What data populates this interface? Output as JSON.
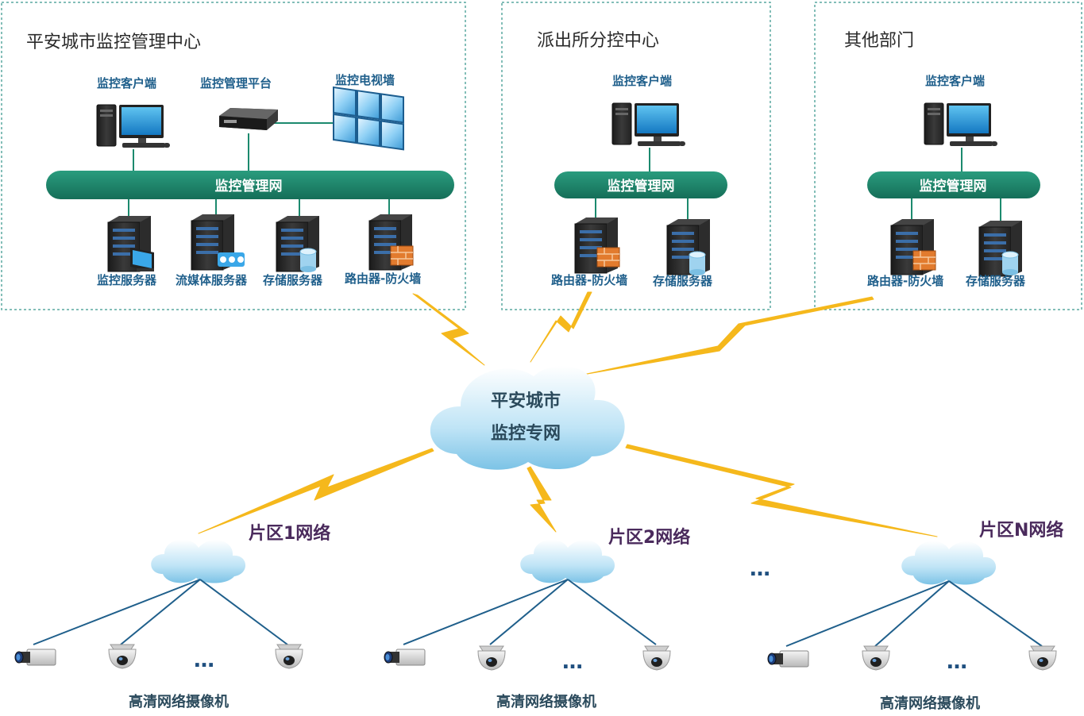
{
  "colors": {
    "accent": "#1c8a6e",
    "bolt": "#f5b81c",
    "box_border": "#5aa9a0",
    "cyan_line": "#2a9d95",
    "camera_line": "#1f5f8b"
  },
  "boxes": [
    {
      "title": "平安城市监控管理中心",
      "client_label": "监控客户端",
      "platform_label": "监控管理平台",
      "tvwall_label": "监控电视墙",
      "network_label": "监控管理网",
      "servers": [
        "监控服务器",
        "流媒体服务器",
        "存储服务器",
        "路由器-防火墙"
      ]
    },
    {
      "title": "派出所分控中心",
      "client_label": "监控客户端",
      "network_label": "监控管理网",
      "servers": [
        "路由器-防火墙",
        "存储服务器"
      ]
    },
    {
      "title": "其他部门",
      "client_label": "监控客户端",
      "network_label": "监控管理网",
      "servers": [
        "路由器-防火墙",
        "存储服务器"
      ]
    }
  ],
  "core_cloud": {
    "line1": "平安城市",
    "line2": "监控专网"
  },
  "zones": [
    {
      "label": "片区1网络",
      "camera_label": "高清网络摄像机"
    },
    {
      "label": "片区2网络",
      "camera_label": "高清网络摄像机"
    },
    {
      "label": "片区N网络",
      "camera_label": "高清网络摄像机"
    }
  ],
  "ellipsis": "…",
  "icons": [
    "pc-icon",
    "nvr-icon",
    "tv-wall-icon",
    "server-icon",
    "firewall-icon",
    "storage-icon",
    "media-icon",
    "monitor-icon",
    "cloud-icon",
    "box-camera-icon",
    "dome-camera-icon",
    "lightning-bolt-icon"
  ]
}
